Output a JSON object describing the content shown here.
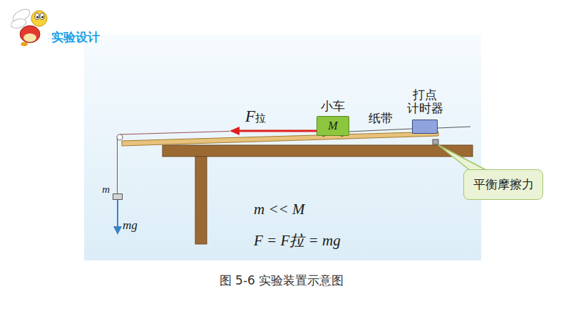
{
  "diagram": {
    "title": "实验设计",
    "caption": "图 5-6 实验装置示意图",
    "nodes": [
      {
        "text": [
          "小车",
          "M"
        ]
      },
      {
        "text": [
          "打点 计时器"
        ]
      },
      {
        "text": [
          "m"
        ]
      },
      {
        "text": [
          "平衡摩擦力"
        ]
      }
    ],
    "edges": [
      {
        "from": 0,
        "to": 1,
        "arrow": "none",
        "label": "纸带"
      }
    ],
    "labels": [
      "F拉",
      "m << M",
      "F = F拉 = mg",
      "mg"
    ]
  }
}
